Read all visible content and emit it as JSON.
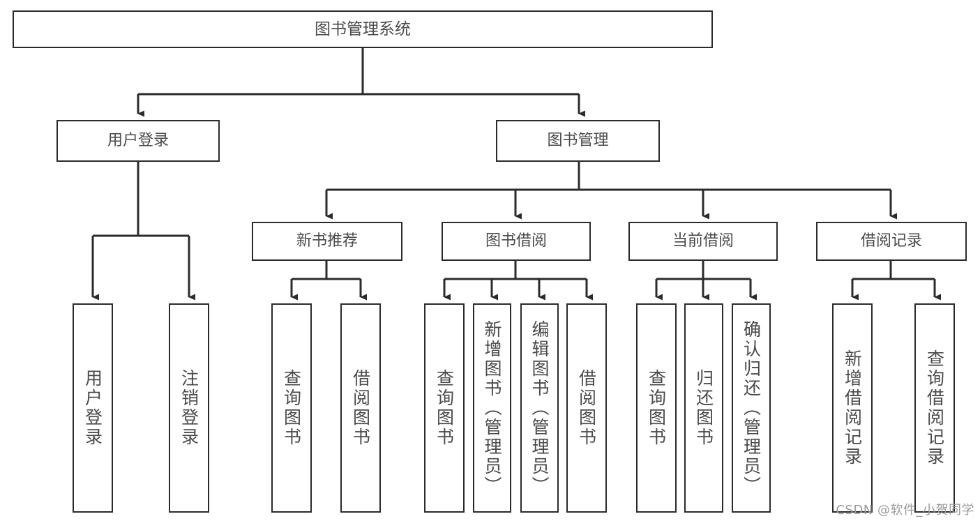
{
  "diagram": {
    "title": "图书管理系统",
    "type": "functional-decomposition-tree",
    "colors": {
      "background": "#ffffff",
      "box_border": "#2b2b2b",
      "connector": "#2b2b2b",
      "text": "#4a4a4a",
      "watermark": "#9a9a9a"
    },
    "root": {
      "label": "图书管理系统"
    },
    "level2": [
      {
        "label": "用户登录"
      },
      {
        "label": "图书管理"
      }
    ],
    "level3": [
      {
        "label": "新书推荐"
      },
      {
        "label": "图书借阅"
      },
      {
        "label": "当前借阅"
      },
      {
        "label": "借阅记录"
      }
    ],
    "leaves": {
      "user_login": [
        {
          "label": "用户登录"
        },
        {
          "label": "注销登录"
        }
      ],
      "new_book_recommend": [
        {
          "label": "查询图书"
        },
        {
          "label": "借阅图书"
        }
      ],
      "book_borrow": [
        {
          "label": "查询图书"
        },
        {
          "label": "新增图书（管理员）"
        },
        {
          "label": "编辑图书（管理员）"
        },
        {
          "label": "借阅图书"
        }
      ],
      "current_borrow": [
        {
          "label": "查询图书"
        },
        {
          "label": "归还图书"
        },
        {
          "label": "确认归还（管理员）"
        }
      ],
      "borrow_record": [
        {
          "label": "新增借阅记录"
        },
        {
          "label": "查询借阅记录"
        }
      ]
    },
    "watermark": "CSDN @软件_小贺同学"
  }
}
